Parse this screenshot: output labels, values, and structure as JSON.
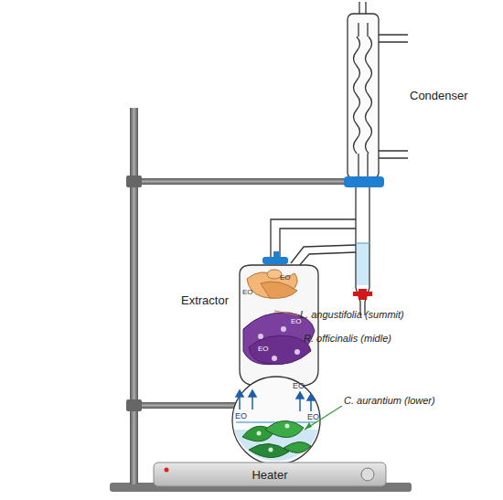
{
  "diagram": {
    "nodes": [
      {
        "text": [
          "Heater"
        ]
      }
    ],
    "labels": [
      "Condenser",
      "Extractor",
      "L. angustifolia (summit)",
      "R. officinalis (midle)",
      "C. aurantium (lower)",
      "EO",
      "EO",
      "EO",
      "EO",
      "EO",
      "EO",
      "EO"
    ]
  }
}
